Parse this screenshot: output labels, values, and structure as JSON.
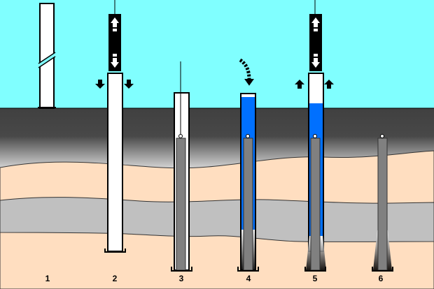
{
  "diagram": {
    "steps": [
      "1",
      "2",
      "3",
      "4",
      "5",
      "6"
    ],
    "colors": {
      "sky": "#80FFFF",
      "topsoil_dark": "#404040",
      "sand": "#FFDEC0",
      "clay": "#C0C0C0",
      "water": "#0070FF",
      "screen": "#808080"
    }
  }
}
